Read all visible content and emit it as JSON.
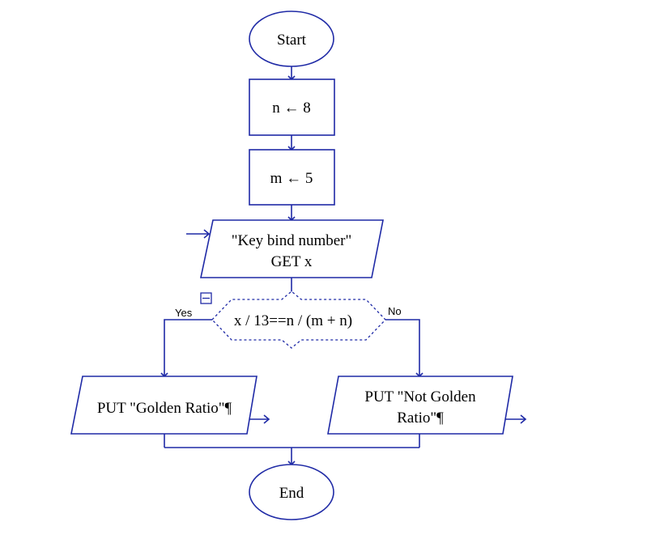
{
  "diagram": {
    "start_label": "Start",
    "assign_n": "n ← 8",
    "assign_m": "m ← 5",
    "input_line1": "\"Key bind number\"",
    "input_line2": "GET x",
    "decision": "x / 13==n / (m + n)",
    "yes_label": "Yes",
    "no_label": "No",
    "output_yes": "PUT \"Golden Ratio\"¶",
    "output_no_line1": "PUT \"Not Golden",
    "output_no_line2": "Ratio\"¶",
    "end_label": "End",
    "colors": {
      "stroke": "#1f2aa6",
      "background": "#ffffff"
    }
  }
}
